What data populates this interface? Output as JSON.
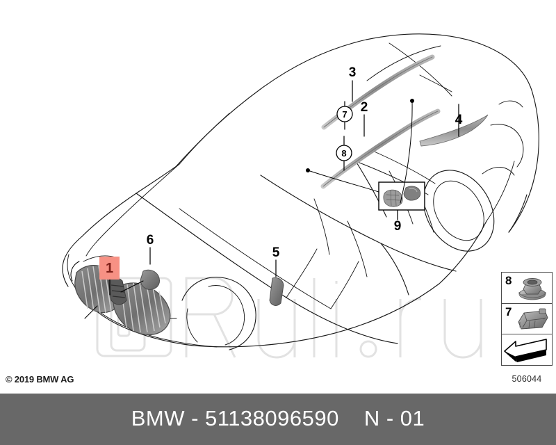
{
  "diagram": {
    "title": "BMW parts exploded diagram - roof rails and kidney grille",
    "drawing_number": "506044",
    "copyright": "© 2019 BMW AG",
    "highlight_color": "#f79184",
    "highlight_text_color": "#7d1f18",
    "footer_background": "#686868",
    "watermark_text": "Ruli.ru"
  },
  "callouts": [
    {
      "id": "1",
      "label": "1",
      "style": "highlighted",
      "target": "kidney-grille"
    },
    {
      "id": "2",
      "label": "2",
      "style": "plain",
      "target": "roof-rail-lower"
    },
    {
      "id": "3",
      "label": "3",
      "style": "plain",
      "target": "roof-rail-upper"
    },
    {
      "id": "4",
      "label": "4",
      "style": "plain",
      "target": "rear-roof-trim"
    },
    {
      "id": "5",
      "label": "5",
      "style": "plain",
      "target": "rear-door-trim-clip"
    },
    {
      "id": "6",
      "label": "6",
      "style": "plain",
      "target": "front-trim-clip"
    },
    {
      "id": "7",
      "label": "7",
      "style": "circled",
      "target": "rail-bracket"
    },
    {
      "id": "8",
      "label": "8",
      "style": "circled",
      "target": "flange-nut"
    },
    {
      "id": "9",
      "label": "9",
      "style": "plain",
      "target": "detail-box-fasteners"
    }
  ],
  "legend": {
    "items": [
      {
        "number": "8",
        "icon": "flange-nut-icon"
      },
      {
        "number": "7",
        "icon": "bracket-clip-icon"
      },
      {
        "number": "",
        "icon": "direction-arrow-icon"
      }
    ]
  },
  "footer": {
    "part_line": "BMW - 51138096590",
    "sheet_code": "N - 01"
  }
}
